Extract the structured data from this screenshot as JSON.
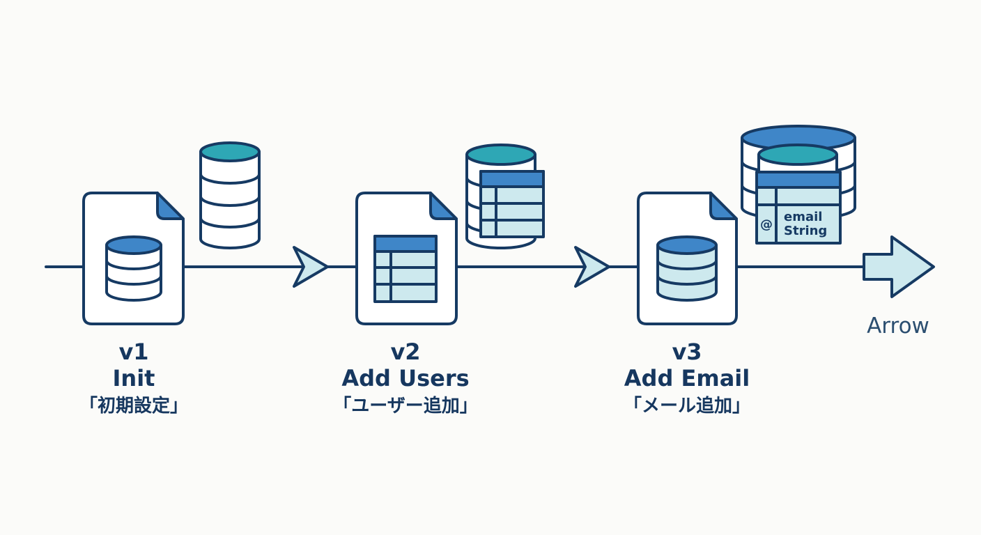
{
  "stages": [
    {
      "version": "v1",
      "name": "Init",
      "jp": "「初期設定」"
    },
    {
      "version": "v2",
      "name": "Add Users",
      "jp": "「ユーザー追加」"
    },
    {
      "version": "v3",
      "name": "Add Email",
      "jp": "「メール追加」"
    }
  ],
  "end_label": "Arrow",
  "email_field": {
    "symbol": "@",
    "name": "email",
    "type": "String"
  },
  "colors": {
    "stroke": "#163a63",
    "accent_blue": "#3f86c8",
    "accent_teal": "#2ea7b5",
    "light_fill": "#cde9ee",
    "page_bg": "#fbfbf9"
  },
  "icons": [
    "document-icon",
    "database-icon",
    "table-icon",
    "arrow-icon"
  ]
}
